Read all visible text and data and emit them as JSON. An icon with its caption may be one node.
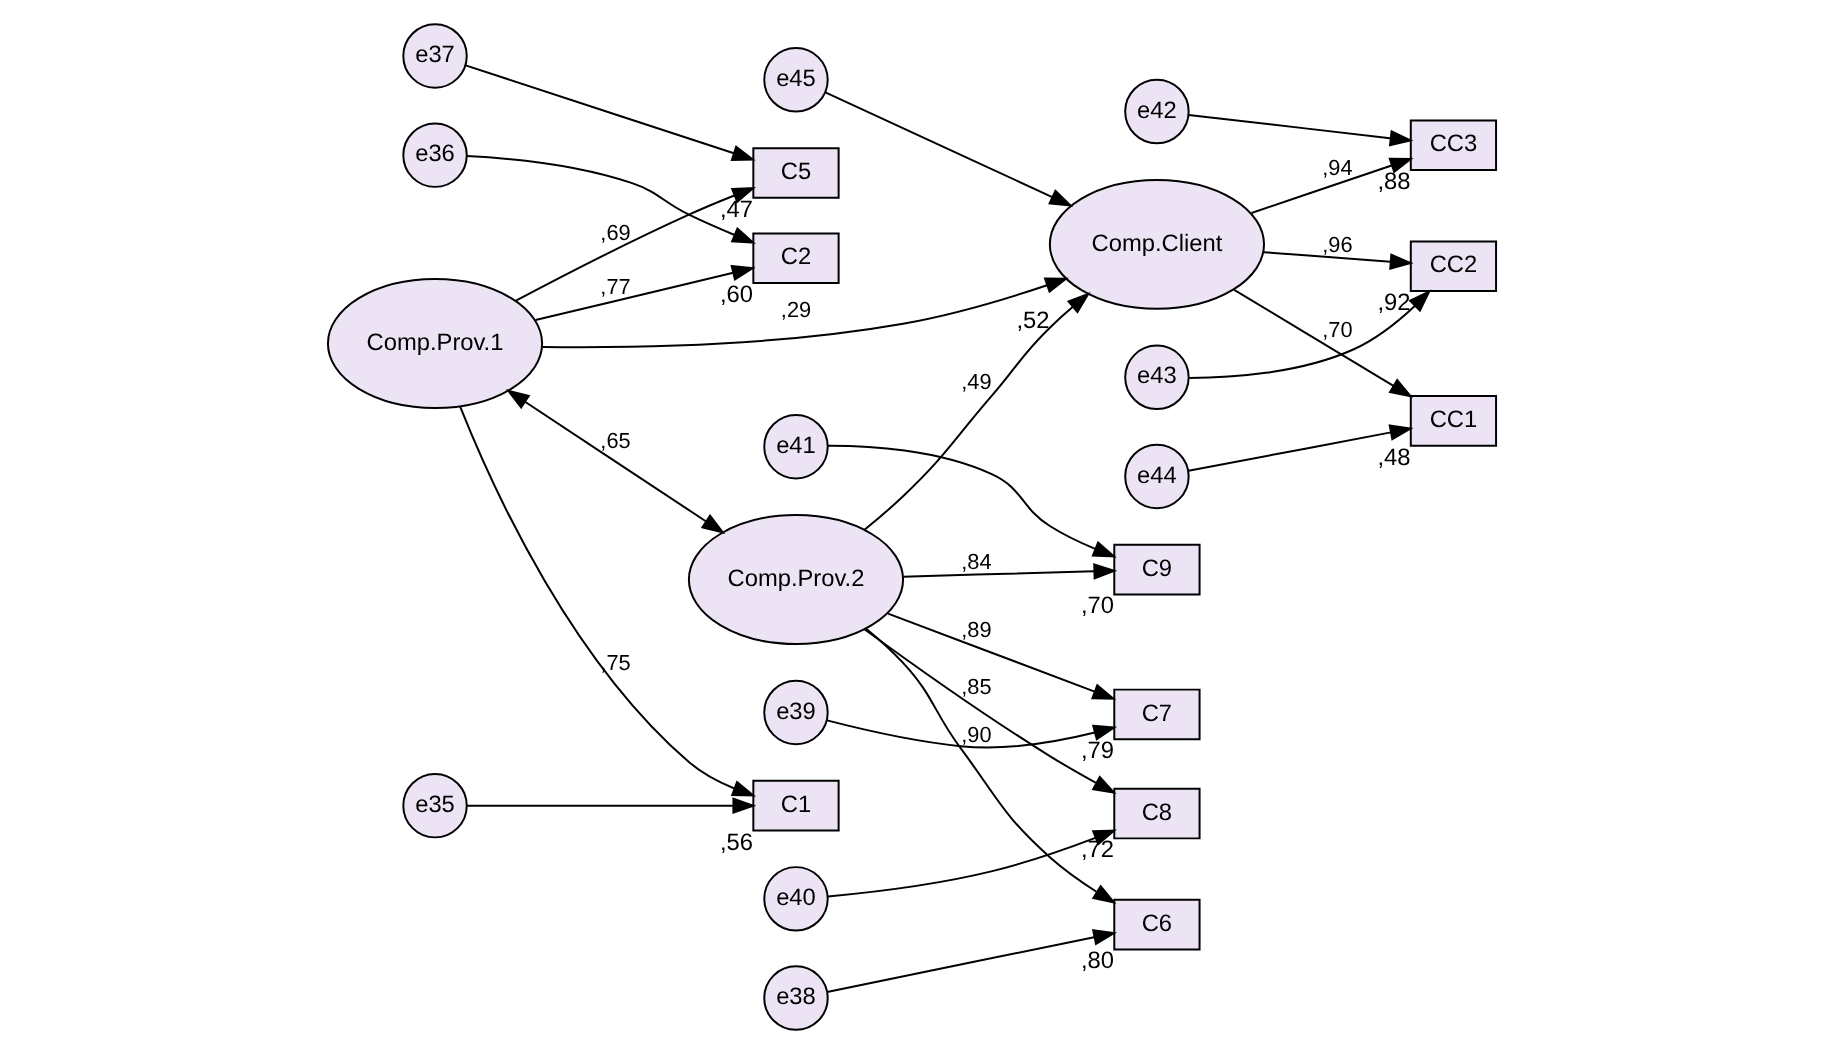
{
  "diagram": {
    "nodes": [
      {
        "text": [
          "e37"
        ]
      },
      {
        "text": [
          "C5"
        ],
        "beside": [
          ",47"
        ]
      },
      {
        "text": [
          "e36"
        ]
      },
      {
        "text": [
          "C2"
        ],
        "beside": [
          ",60"
        ]
      },
      {
        "text": [
          "e35"
        ]
      },
      {
        "text": [
          "C1"
        ],
        "beside": [
          ",56"
        ]
      },
      {
        "text": [
          "Comp.Prov.1"
        ]
      },
      {
        "text": [
          "e45"
        ]
      },
      {
        "text": [
          "Comp.Client"
        ],
        "beside": [
          ",52"
        ]
      },
      {
        "text": [
          "CC3"
        ],
        "beside": [
          ",88"
        ]
      },
      {
        "text": [
          "e42"
        ]
      },
      {
        "text": [
          "CC2"
        ],
        "beside": [
          ",92"
        ]
      },
      {
        "text": [
          "e43"
        ]
      },
      {
        "text": [
          "CC1"
        ],
        "beside": [
          ",48"
        ]
      },
      {
        "text": [
          "e44"
        ]
      },
      {
        "text": [
          "e41"
        ]
      },
      {
        "text": [
          "C9"
        ],
        "beside": [
          ",70"
        ]
      },
      {
        "text": [
          "e40"
        ]
      },
      {
        "text": [
          "C8"
        ],
        "beside": [
          ",72"
        ]
      },
      {
        "text": [
          "e39"
        ]
      },
      {
        "text": [
          "C7"
        ],
        "beside": [
          ",79"
        ]
      },
      {
        "text": [
          "e38"
        ]
      },
      {
        "text": [
          "C6"
        ],
        "beside": [
          ",80"
        ]
      },
      {
        "text": [
          "Comp.Prov.2"
        ]
      }
    ],
    "edges": [
      {
        "from": 0,
        "to": 1,
        "arrow": "to"
      },
      {
        "from": 2,
        "to": 3,
        "arrow": "to"
      },
      {
        "from": 4,
        "to": 5,
        "arrow": "to"
      },
      {
        "from": 6,
        "to": 1,
        "arrow": "to",
        "label": ",69"
      },
      {
        "from": 6,
        "to": 3,
        "arrow": "to",
        "label": ",77"
      },
      {
        "from": 6,
        "to": 5,
        "arrow": "to",
        "label": ",75"
      },
      {
        "from": 6,
        "to": 23,
        "arrow": "both",
        "label": ",65"
      },
      {
        "from": 6,
        "to": 8,
        "arrow": "to",
        "label": ",29"
      },
      {
        "from": 23,
        "to": 8,
        "arrow": "to",
        "label": ",49"
      },
      {
        "from": 7,
        "to": 8,
        "arrow": "to"
      },
      {
        "from": 8,
        "to": 9,
        "arrow": "to",
        "label": ",94"
      },
      {
        "from": 8,
        "to": 11,
        "arrow": "to",
        "label": ",96"
      },
      {
        "from": 8,
        "to": 13,
        "arrow": "to",
        "label": ",70"
      },
      {
        "from": 10,
        "to": 9,
        "arrow": "to"
      },
      {
        "from": 12,
        "to": 11,
        "arrow": "to"
      },
      {
        "from": 14,
        "to": 13,
        "arrow": "to"
      },
      {
        "from": 15,
        "to": 16,
        "arrow": "to"
      },
      {
        "from": 17,
        "to": 18,
        "arrow": "to"
      },
      {
        "from": 19,
        "to": 20,
        "arrow": "to"
      },
      {
        "from": 21,
        "to": 22,
        "arrow": "to"
      },
      {
        "from": 23,
        "to": 16,
        "arrow": "to",
        "label": ",84"
      },
      {
        "from": 23,
        "to": 18,
        "arrow": "to",
        "label": ",85"
      },
      {
        "from": 23,
        "to": 20,
        "arrow": "to",
        "label": ",89"
      },
      {
        "from": 23,
        "to": 22,
        "arrow": "to",
        "label": ",90"
      }
    ]
  }
}
